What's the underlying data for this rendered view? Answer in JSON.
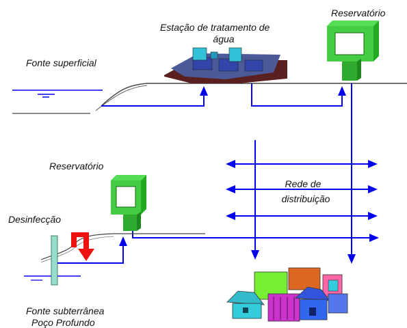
{
  "labels": {
    "surface_source": "Fonte superficial",
    "treatment_line1": "Estação de tratamento de",
    "treatment_line2": "água",
    "reservoir_top": "Reservatório",
    "reservoir_left": "Reservatório",
    "disinfection": "Desinfecção",
    "network_line1": "Rede de",
    "network_line2": "distribuição",
    "groundwater_line1": "Fonte subterrânea",
    "groundwater_line2": "Poço Profundo"
  },
  "colors": {
    "flow_blue": "#0000ee",
    "reservoir_green": "#33cc33",
    "disinfection_red": "#ee1111",
    "well_pipe": "#99ddcc"
  }
}
